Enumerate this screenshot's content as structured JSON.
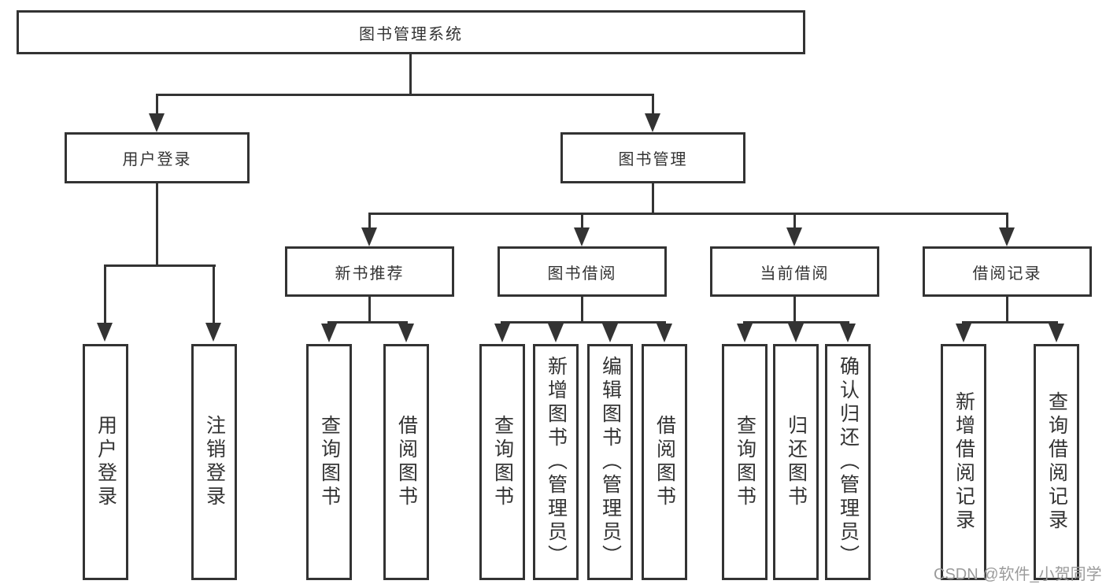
{
  "diagram": {
    "root": {
      "label": "图书管理系统"
    },
    "level2": {
      "user_login": {
        "label": "用户登录"
      },
      "book_management": {
        "label": "图书管理"
      }
    },
    "level3": {
      "new_book_recommend": {
        "label": "新书推荐"
      },
      "book_borrow": {
        "label": "图书借阅"
      },
      "current_borrow": {
        "label": "当前借阅"
      },
      "borrow_record": {
        "label": "借阅记录"
      }
    },
    "leaves": {
      "user_login": [
        "用户登录",
        "注销登录"
      ],
      "new_book_recommend": [
        "查询图书",
        "借阅图书"
      ],
      "book_borrow": [
        "查询图书",
        "新增图书（管理员）",
        "编辑图书（管理员）",
        "借阅图书"
      ],
      "current_borrow": [
        "查询图书",
        "归还图书",
        "确认归还（管理员）"
      ],
      "borrow_record": [
        "新增借阅记录",
        "查询借阅记录"
      ]
    }
  },
  "watermark": {
    "text": "CSDN @软件_小贺同学"
  },
  "colors": {
    "line": "#333333",
    "border": "#333333",
    "text": "#333333",
    "background": "#ffffff",
    "watermark": "#9b9b9b"
  }
}
